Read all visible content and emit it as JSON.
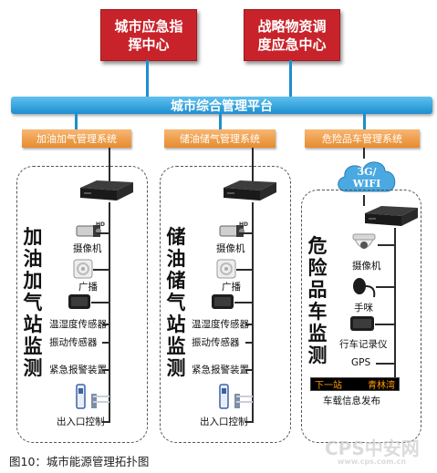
{
  "command_centers": [
    {
      "label": "城市应急指\n挥中心"
    },
    {
      "label": "战略物资调\n度应急中心"
    }
  ],
  "platform": {
    "label": "城市综合管理平台"
  },
  "systems": [
    {
      "label": "加油加气管理系统"
    },
    {
      "label": "储油储气管理系统"
    },
    {
      "label": "危险品车管理系统"
    }
  ],
  "zones": [
    {
      "title": [
        "加",
        "油",
        "加",
        "气",
        "站",
        "监",
        "测"
      ],
      "devices": [
        "摄像机",
        "广播",
        "温湿度传感器",
        "振动传感器",
        "紧急报警装置",
        "出入口控制"
      ]
    },
    {
      "title": [
        "储",
        "油",
        "储",
        "气",
        "站",
        "监",
        "测"
      ],
      "devices": [
        "摄像机",
        "广播",
        "温湿度传感器",
        "振动传感器",
        "紧急报警装置",
        "出入口控制"
      ]
    },
    {
      "title": [
        "危",
        "险",
        "品",
        "车",
        "监",
        "测"
      ],
      "devices": [
        "摄像机",
        "手咪",
        "行车记录仪",
        "GPS",
        "车载信息发布"
      ]
    }
  ],
  "cloud": {
    "label": "3G/\nWIFI"
  },
  "led_display": {
    "left": "下一站",
    "right": "青林湾"
  },
  "hd_tag": "HD",
  "caption": "图10：城市能源管理拓扑图",
  "watermark": {
    "main": "CPS中安网",
    "sub": "www.cps.com.cn"
  },
  "colors": {
    "command": "#c8232b",
    "platform": "#1c8fd0",
    "system": "#e88b2c",
    "cloud": "#4aa9e0"
  }
}
